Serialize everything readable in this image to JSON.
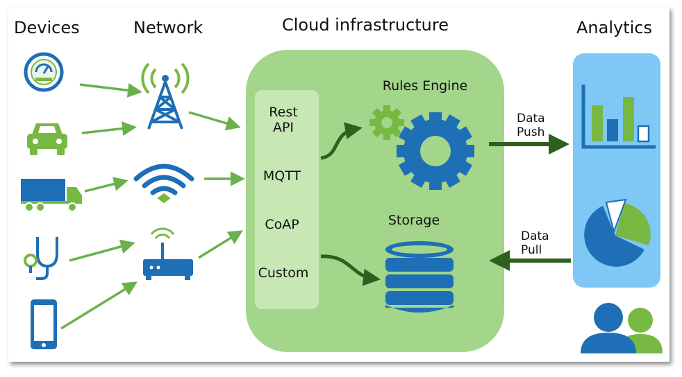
{
  "headers": {
    "devices": "Devices",
    "network": "Network",
    "cloud": "Cloud infrastructure",
    "analytics": "Analytics"
  },
  "protocols": [
    "Rest",
    "API",
    "MQTT",
    "CoAP",
    "Custom"
  ],
  "components": {
    "rules_engine": "Rules Engine",
    "storage": "Storage"
  },
  "flows": {
    "push_line1": "Data",
    "push_line2": "Push",
    "pull_line1": "Data",
    "pull_line2": "Pull"
  },
  "colors": {
    "blue": "#1e6fb5",
    "green": "#77b843",
    "cloud_bg": "#a3d58a",
    "protocol_bg": "#c7e8b5",
    "analytics_bg": "#7fc7f4",
    "arrow_light": "#6ab04c",
    "arrow_dark": "#2e5f1e"
  },
  "icons": [
    "gauge-icon",
    "car-icon",
    "truck-icon",
    "stethoscope-icon",
    "phone-icon",
    "cell-tower-icon",
    "wifi-icon",
    "router-icon",
    "gear-icon",
    "database-icon",
    "bar-chart-icon",
    "pie-chart-icon",
    "users-icon"
  ]
}
